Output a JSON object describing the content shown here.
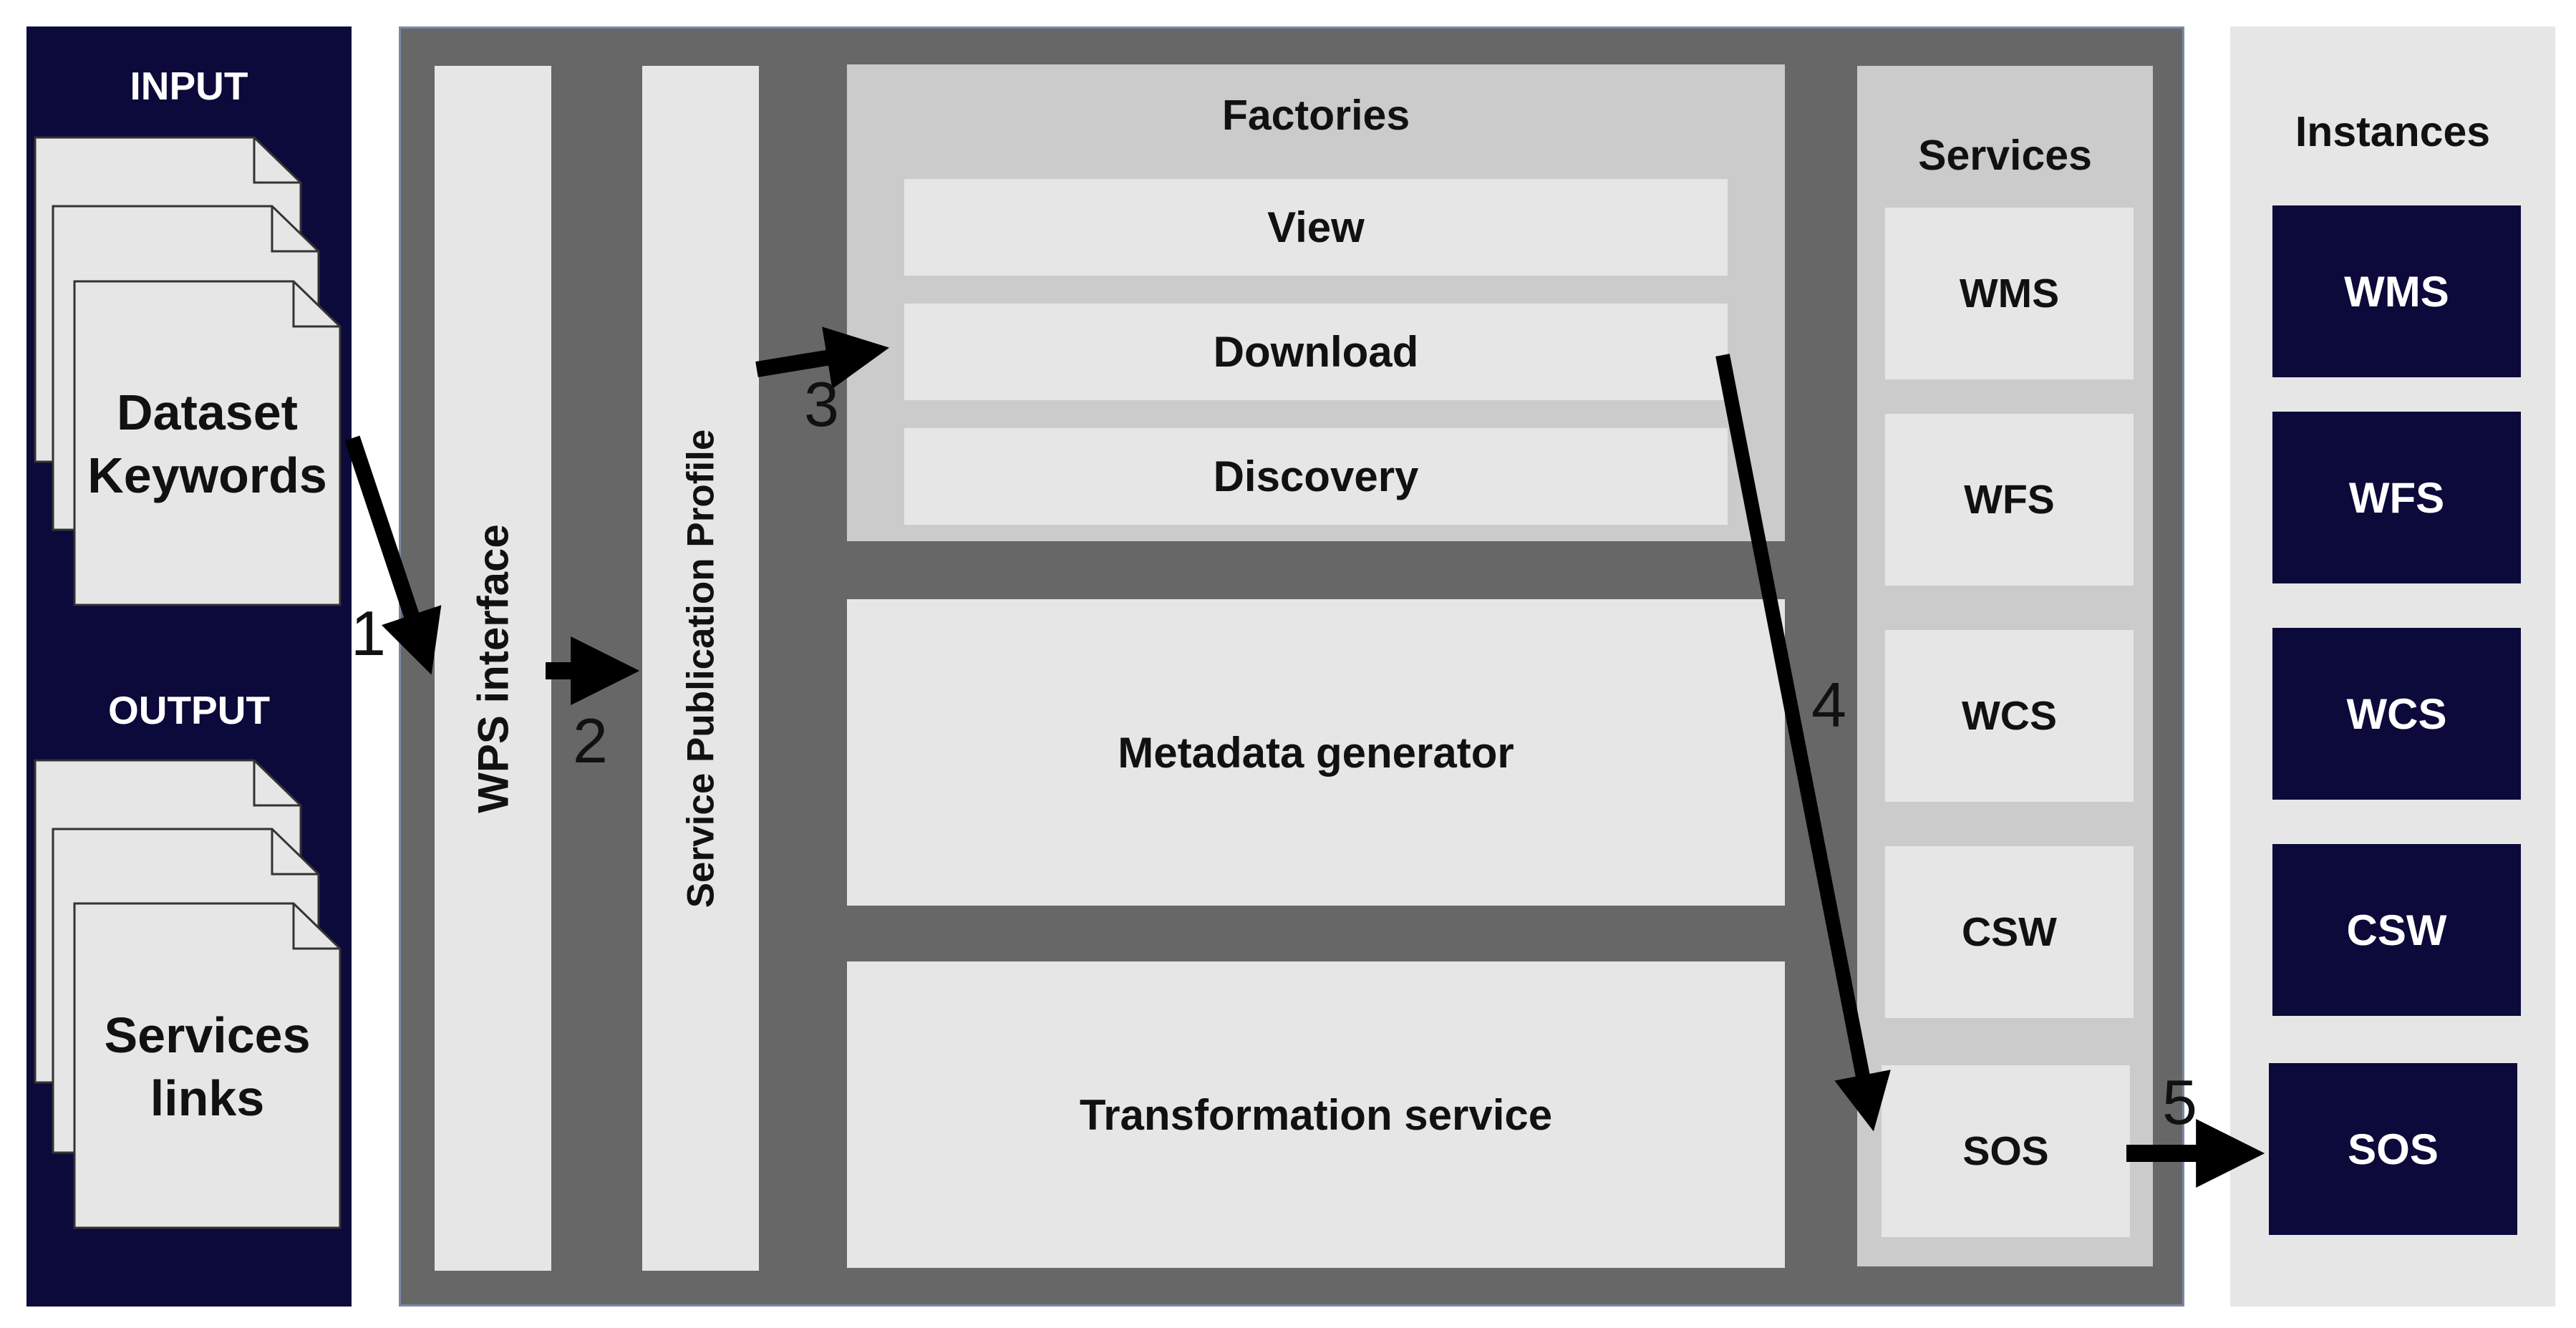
{
  "io": {
    "input_title": "INPUT",
    "input_doc_text": [
      "Dataset",
      "Keywords"
    ],
    "output_title": "OUTPUT",
    "output_doc_text": [
      "Services",
      "links"
    ]
  },
  "system": {
    "wps_interface": "WPS interface",
    "service_publication_profile": "Service Publication Profile",
    "factories": {
      "title": "Factories",
      "items": [
        "View",
        "Download",
        "Discovery"
      ]
    },
    "metadata_generator": "Metadata generator",
    "transformation_service": "Transformation service",
    "services": {
      "title": "Services",
      "items": [
        "WMS",
        "WFS",
        "WCS",
        "CSW",
        "SOS"
      ]
    }
  },
  "instances": {
    "title": "Instances",
    "items": [
      "WMS",
      "WFS",
      "WCS",
      "CSW",
      "SOS"
    ]
  },
  "steps": [
    "1",
    "2",
    "3",
    "4",
    "5"
  ],
  "colors": {
    "dark_navy": "#0b0a3a",
    "panel_gray": "#676767",
    "light_box": "#e6e6e6",
    "mid_box": "#cbcbcb"
  }
}
